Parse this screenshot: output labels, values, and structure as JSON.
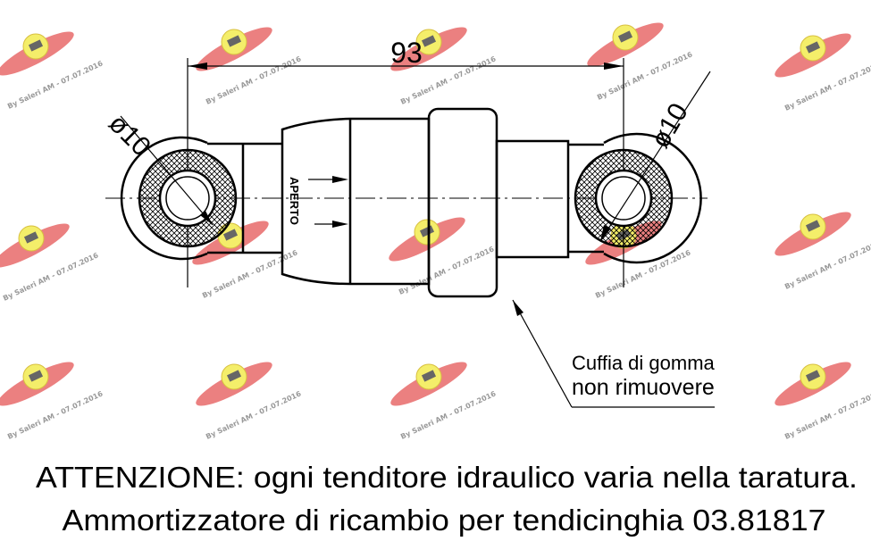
{
  "drawing": {
    "dimension_length": "93",
    "diameter_left": "ø10",
    "diameter_right": "ø10",
    "open_label": "APERTO",
    "callout_line1": "Cuffia di gomma",
    "callout_line2": "non rimuovere"
  },
  "notes": {
    "warning": "ATTENZIONE: ogni tenditore idraulico varia nella taratura.",
    "description": "Ammortizzatore di ricambio per tendicinghia 03.81817"
  },
  "watermark": {
    "text": "By Saleri AM - 07.07.2016",
    "colors": {
      "wing": "#e86a6a",
      "badge": "#f4ee6a"
    }
  }
}
